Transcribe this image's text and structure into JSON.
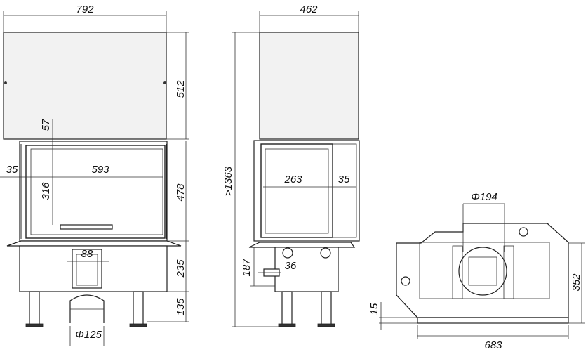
{
  "front_view": {
    "width": "792",
    "hood_height": "512",
    "frame_offset": "57",
    "side_offset": "35",
    "glass_width": "593",
    "glass_height": "316",
    "door_height": "478",
    "base_height": "235",
    "leg_height": "135",
    "outlet_width": "88",
    "flue_diameter": "Φ125"
  },
  "side_view": {
    "depth": "462",
    "total_height": ">1363",
    "glass_width": "263",
    "side_offset": "35",
    "air_inlet_height": "187",
    "air_inlet_width": "36"
  },
  "top_view": {
    "flue_diameter": "Φ194",
    "depth": "352",
    "width": "683",
    "offset": "15"
  }
}
